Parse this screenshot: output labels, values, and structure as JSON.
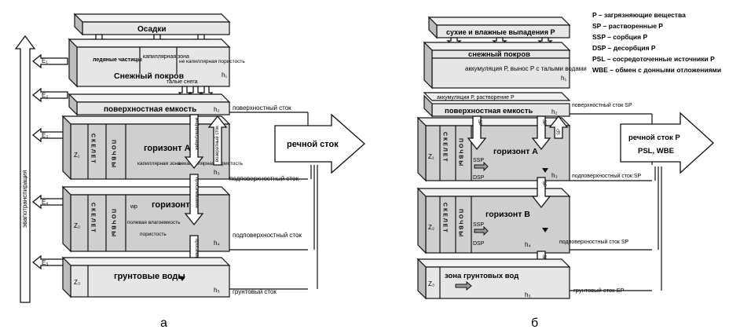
{
  "panel_a": {
    "label": "а",
    "transpiration": "эвапотранспирация",
    "precip": "Осадки",
    "snow": "Снежный покров",
    "ice": "ледяные частицы",
    "capzone": "капиллярная зона",
    "capporos": "не капиллярная пористость",
    "melt": "талые снега",
    "surface_storage": "поверхностная емкость",
    "surface_runoff": "поверхностный сток",
    "horizonA": "горизонт А",
    "skeleton": "С К Е Л Е Т",
    "soil": "П О Ч В Ы",
    "cap_zone2": "капиллярная зона",
    "noncap_por": "некапиллярная пористость",
    "infiltration": "инфильтрация",
    "return_flow": "возвратный сток",
    "percolation": "просачивание",
    "subsurface1": "подповерхностный сток",
    "horizonB": "горизонт В",
    "wp": "wp",
    "field_capacity": "полевая влагоемкость",
    "porosity": "пористость",
    "subsurface2": "подповерхностный сток",
    "groundwater": "грунтовые воды",
    "gw_runoff": "грунтовый сток",
    "river": "речной сток",
    "E1": "E₁",
    "E2": "E₂",
    "E3": "E₃",
    "E4": "E₄",
    "E5": "E₅",
    "h1": "h₁",
    "h2": "h₂",
    "h3": "h₃",
    "h4": "h₄",
    "h5": "h₅",
    "z1": "Z₁",
    "z2": "Z₂",
    "z3": "Z₃"
  },
  "panel_b": {
    "label": "б",
    "deposition": "сухие и влажные выпадения Р",
    "snow": "снежный покров",
    "snow_acc": "аккумуляция Р, вынос Р с талыми водами",
    "surf_acc": "аккумуляция Р, растворение Р",
    "surface_storage": "поверхностная емкость",
    "surface_runoff": "поверхностный сток SP",
    "horizonA": "горизонт А",
    "skeleton": "С К Е Л Е Т",
    "soil": "П О Ч В Ы",
    "ssp": "SSP",
    "dsp": "DSP",
    "sp": "SP",
    "subsurface1": "подповерхностный сток SP",
    "horizonB": "горизонт В",
    "subsurface2": "подповерхностный сток SP",
    "gw_zone": "зона грунтовых вод",
    "gw_runoff": "грунтовый сток SP",
    "river1": "речной сток Р",
    "river2": "PSL, WBE",
    "h1": "h₁",
    "h2": "h₂",
    "h3": "h₃",
    "h4": "h₄",
    "h5": "h₅",
    "z1": "Z₁",
    "z2": "Z₂",
    "z3": "Z₃"
  },
  "legend": [
    "P    – загрязняющие вещества",
    "SP   – растворенные Р",
    "SSP  – сорбция Р",
    "DSP  – десорбция Р",
    "PSL – сосредоточенные источники Р",
    "WBE – обмен с донными отложениями"
  ]
}
